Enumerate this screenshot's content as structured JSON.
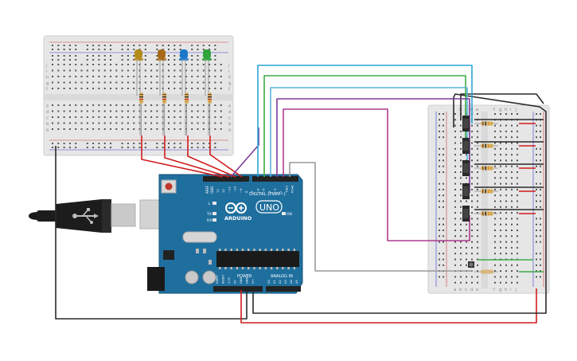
{
  "board": {
    "brand": "ARDUINO",
    "model": "UNO",
    "digital_label": "DIGITAL (PWM~)",
    "power_label": "POWER",
    "analog_label": "ANALOG IN",
    "aref": "AREF",
    "gnd": "GND",
    "on_label": "ON",
    "tx": "TX",
    "rx": "RX",
    "l": "L",
    "digital_pins": [
      "13",
      "12",
      "~11",
      "~10",
      "~9",
      "8",
      "7",
      "~6",
      "~5",
      "4",
      "~3",
      "2",
      "TX▸1",
      "RX◂0"
    ],
    "power_pins": [
      "IOREF",
      "RESET",
      "3.3V",
      "5V",
      "GND",
      "GND",
      "Vin"
    ],
    "analog_pins": [
      "A0",
      "A1",
      "A2",
      "A3",
      "A4",
      "A5"
    ]
  },
  "breadboard_small": {
    "row_letters": [
      "j",
      "i",
      "h",
      "g",
      "f",
      "e",
      "d",
      "c",
      "b",
      "a"
    ]
  },
  "breadboard_right": {
    "col_letters_left": [
      "b",
      "c",
      "d",
      "e"
    ],
    "col_letters_right": [
      "f",
      "g",
      "h",
      "i",
      "j"
    ],
    "bottom_letters": [
      "a",
      "b",
      "c",
      "d",
      "e",
      "f",
      "g",
      "h",
      "i",
      "j"
    ]
  },
  "leds": [
    {
      "color": "#b58b1c",
      "name": "yellow"
    },
    {
      "color": "#a86a1a",
      "name": "orange"
    },
    {
      "color": "#1c78c8",
      "name": "blue"
    },
    {
      "color": "#2ea43a",
      "name": "green"
    }
  ],
  "wire_colors": {
    "red": "#d11b1b",
    "black": "#2a2a2a",
    "cyan": "#2aa6d6",
    "green": "#3cab45",
    "purple": "#7d3c9a",
    "magenta": "#b03a8e",
    "gray": "#9a9a9a",
    "ltblue": "#5ab6d8"
  },
  "colors": {
    "board": "#1f6f9e",
    "breadboard": "#e8e8e8"
  }
}
